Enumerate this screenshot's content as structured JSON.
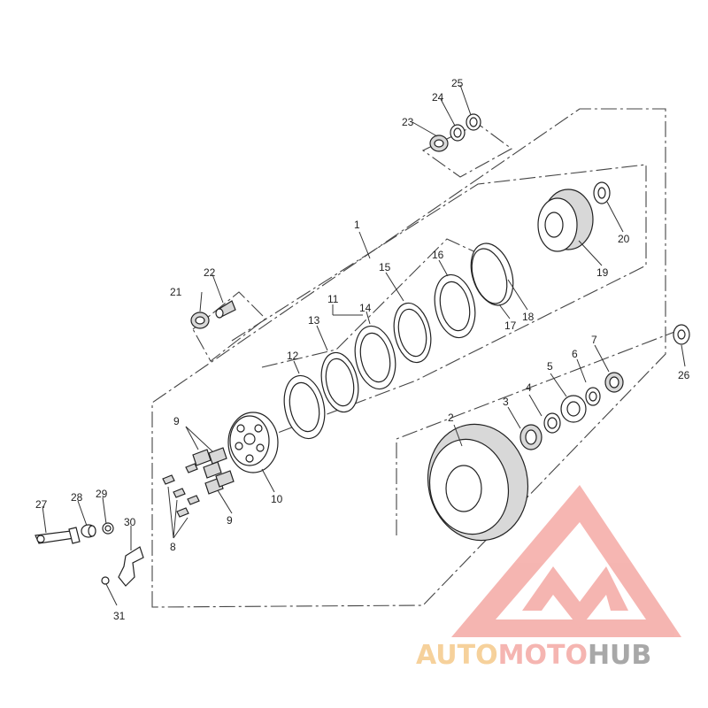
{
  "callouts": {
    "c1": "1",
    "c2": "2",
    "c3": "3",
    "c4": "4",
    "c5": "5",
    "c6": "6",
    "c7": "7",
    "c8": "8",
    "c9a": "9",
    "c9b": "9",
    "c10": "10",
    "c11": "11",
    "c12": "12",
    "c13": "13",
    "c14": "14",
    "c15": "15",
    "c16": "16",
    "c17": "17",
    "c18": "18",
    "c19": "19",
    "c20": "20",
    "c21": "21",
    "c22": "22",
    "c23": "23",
    "c24": "24",
    "c25": "25",
    "c26": "26",
    "c27": "27",
    "c28": "28",
    "c29": "29",
    "c30": "30",
    "c31": "31"
  },
  "watermark": {
    "part1": "AUTO",
    "part2": "MOTO",
    "part3": "HUB",
    "color_primary": "#f4a9a4",
    "color_accent": "#f5c98a",
    "color_dark": "#9a9a9a"
  }
}
